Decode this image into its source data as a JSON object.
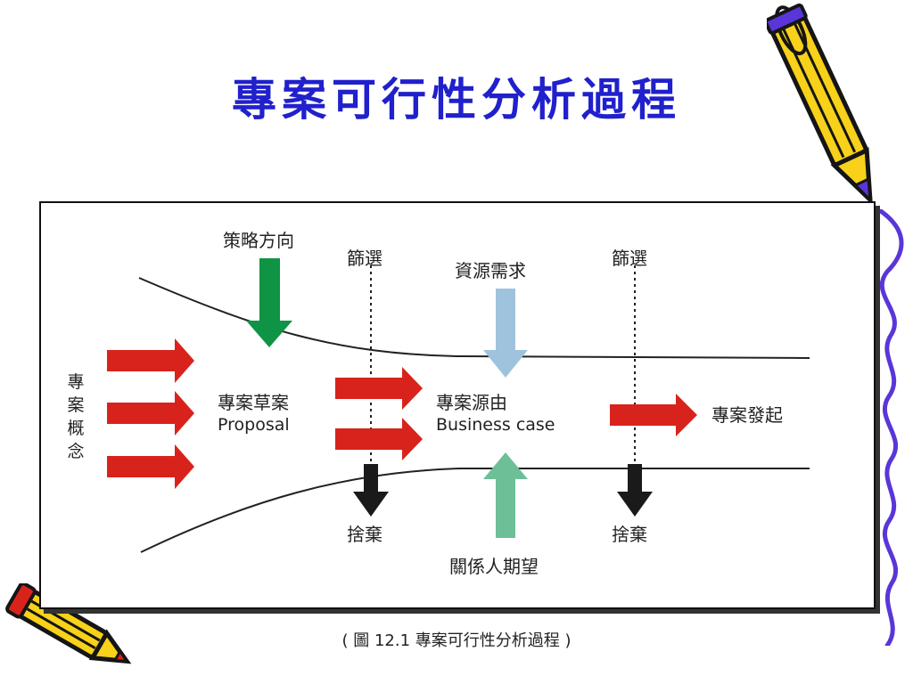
{
  "slide": {
    "title": "專案可行性分析過程",
    "caption": "( 圖 12.1 專案可行性分析過程 )"
  },
  "diagram": {
    "side_label": "專案概念",
    "strategy": "策略方向",
    "screen_1": "篩選",
    "screen_2": "篩選",
    "resources": "資源需求",
    "proposal_zh": "專案草案",
    "proposal_en": "Proposal",
    "business_zh": "專案源由",
    "business_en": "Business case",
    "initiate": "專案發起",
    "discard_1": "捨棄",
    "discard_2": "捨棄",
    "stakeholders": "關係人期望"
  },
  "colors": {
    "title": "#2020cc",
    "red_arrow": "#d8231c",
    "green_arrow": "#0e9444",
    "blue_arrow": "#9fc3dd",
    "teal_arrow": "#6dbf98",
    "black_arrow": "#1a1a1a",
    "pencil_yellow": "#f7d11a",
    "pencil_outline": "#151515",
    "squiggle": "#5a36d8"
  },
  "icons": [
    "pencil-icon",
    "pencil-icon",
    "squiggle-line"
  ]
}
